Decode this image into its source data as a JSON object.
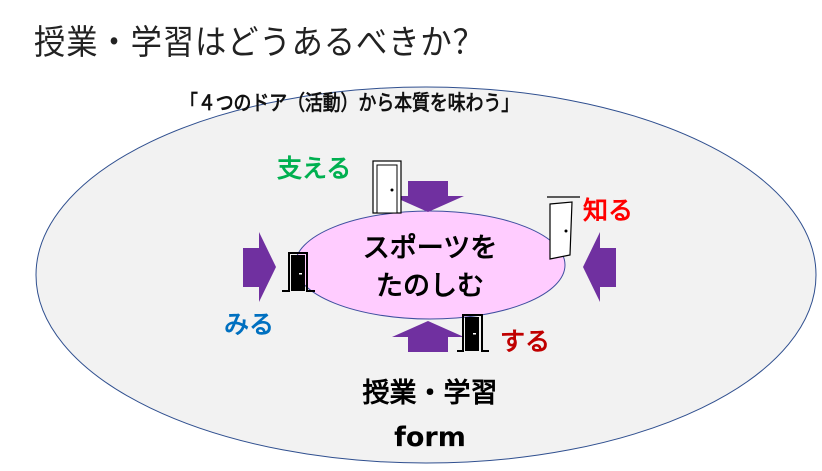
{
  "title": "授業・学習はどうあるべきか？",
  "subtitle": "「４つのドア（活動）から本質を味わう」",
  "center": {
    "line1": "スポーツを",
    "line2": "たのしむ"
  },
  "doors": [
    {
      "label": "支える",
      "color": "#00b050",
      "icon": "door-open-icon"
    },
    {
      "label": "知る",
      "color": "#ff0000",
      "icon": "door-open-icon"
    },
    {
      "label": "みる",
      "color": "#0070c0",
      "icon": "door-closed-icon"
    },
    {
      "label": "する",
      "color": "#c00000",
      "icon": "door-closed-icon"
    }
  ],
  "bottom": {
    "line1": "授業・学習",
    "line2": "form"
  },
  "colors": {
    "arrow": "#7030a0",
    "inner_fill": "#ffccff",
    "outer_fill": "#f2f2f2",
    "outline": "#2f4f8f"
  }
}
